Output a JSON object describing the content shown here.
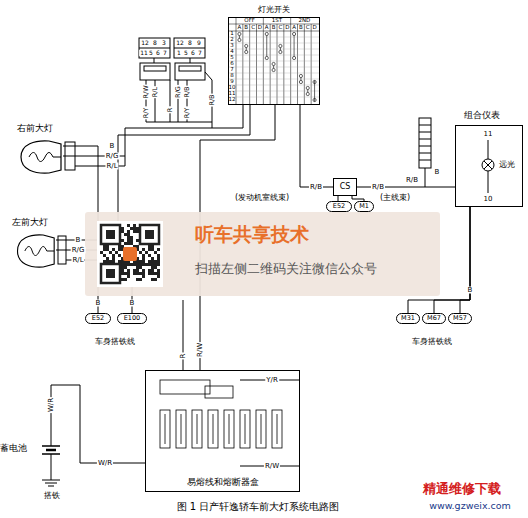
{
  "diagram": {
    "caption": "图 1 日产轩逸轿车前大灯系统电路图",
    "nodes": [
      {
        "text": [
          "灯光开关"
        ]
      },
      {
        "text": [
          "右前大灯"
        ]
      },
      {
        "text": [
          "左前大灯"
        ]
      },
      {
        "text": [
          "CS"
        ]
      },
      {
        "text": [
          "E52"
        ]
      },
      {
        "text": [
          "M1"
        ]
      },
      {
        "text": [
          "组合仪表"
        ]
      },
      {
        "text": [
          "听车共享技术",
          "扫描左侧二维码关注微信公众号"
        ]
      },
      {
        "text": [
          "E52"
        ]
      },
      {
        "text": [
          "E100"
        ]
      },
      {
        "text": [
          "M31"
        ]
      },
      {
        "text": [
          "M67"
        ]
      },
      {
        "text": [
          "M57"
        ]
      },
      {
        "text": [
          "易熔线和熔断器盒"
        ]
      },
      {
        "text": [
          "蓄电池"
        ]
      }
    ],
    "edges": [
      {
        "from": 0,
        "to": 1,
        "arrow": "none"
      },
      {
        "from": 0,
        "to": 2,
        "arrow": "none"
      },
      {
        "from": 0,
        "to": 3,
        "label": "R/B",
        "arrow": "none"
      },
      {
        "from": 3,
        "to": 6,
        "label": "R/B",
        "arrow": "none"
      },
      {
        "from": 3,
        "to": 4,
        "arrow": "none"
      },
      {
        "from": 3,
        "to": 5,
        "arrow": "none"
      },
      {
        "from": 1,
        "to": 8,
        "arrow": "none"
      },
      {
        "from": 2,
        "to": 9,
        "arrow": "none"
      },
      {
        "from": 6,
        "to": 10,
        "arrow": "none"
      },
      {
        "from": 6,
        "to": 11,
        "arrow": "none"
      },
      {
        "from": 6,
        "to": 12,
        "arrow": "none"
      },
      {
        "from": 13,
        "to": 0,
        "arrow": "none"
      },
      {
        "from": 14,
        "to": 13,
        "arrow": "none"
      }
    ],
    "labels": [
      "OFF",
      "1ST",
      "2ND",
      "A",
      "B",
      "C",
      "D",
      "A",
      "B",
      "C",
      "D",
      "A",
      "B",
      "C",
      "D",
      "1",
      "2",
      "3",
      "4",
      "5",
      "6",
      "7",
      "8",
      "9",
      "10",
      "11",
      "12",
      "12",
      "8",
      "3",
      "11",
      "5",
      "6",
      "7",
      "12",
      "8",
      "9",
      "1",
      "5",
      "6",
      "7",
      "R/W",
      "R/L",
      "R/G",
      "R/B",
      "R/Y",
      "R",
      "R/Y",
      "R/B",
      "B",
      "R/G",
      "R/L",
      "B",
      "R/G",
      "R/L",
      "(发动机室线束)",
      "(主线束)",
      "11",
      "10",
      "远光",
      "R/B",
      "B",
      "B",
      "车身搭铁线",
      "B",
      "B",
      "车身搭铁线",
      "R",
      "R/W",
      "Y/R",
      "R/W",
      "W/R",
      "W/R",
      "搭铁",
      "精通维修下载",
      "www.gzweix.com"
    ]
  }
}
